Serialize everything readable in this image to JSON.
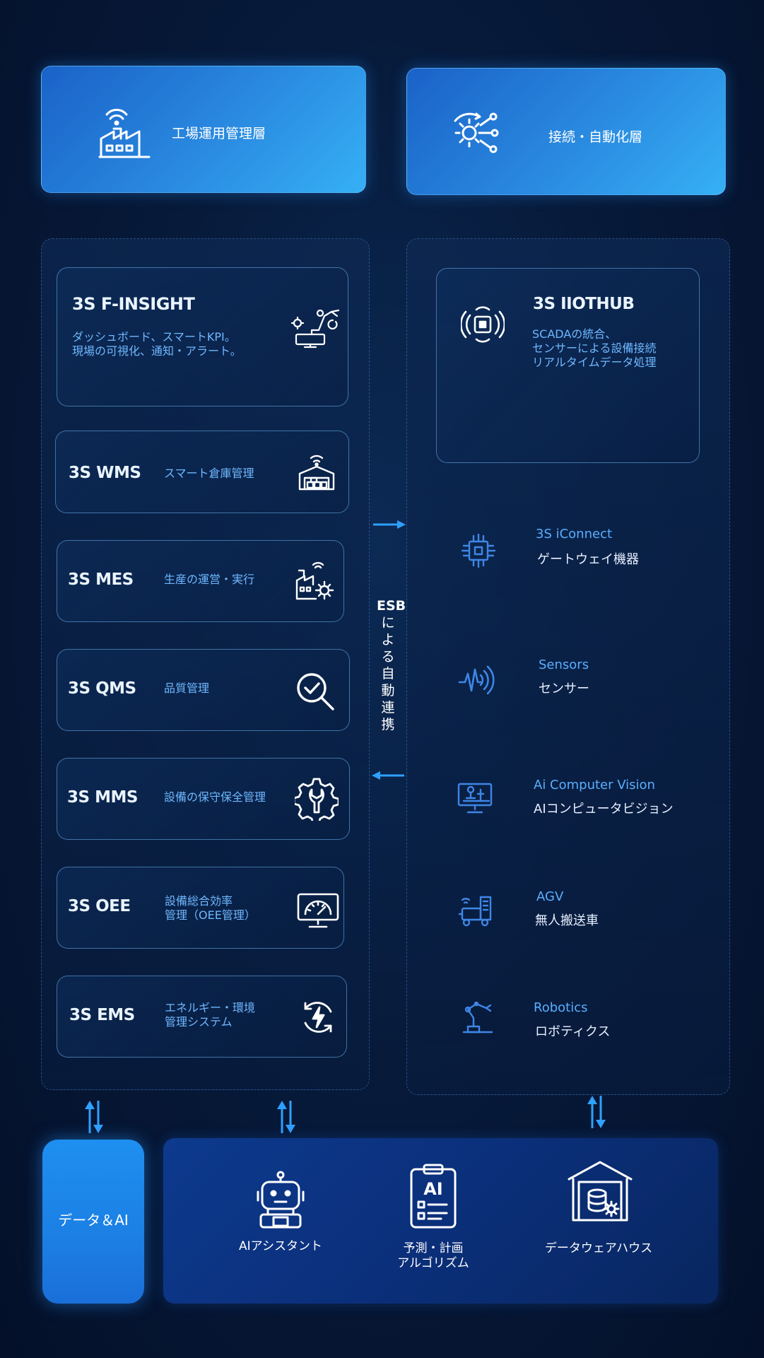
{
  "layers": {
    "factory": {
      "label": "工場運用管理層"
    },
    "connect": {
      "label": "接続・自動化層"
    }
  },
  "left_cards": [
    {
      "title": "3S F-INSIGHT",
      "desc": [
        "ダッシュボード、スマートKPI。",
        "現場の可視化、通知・アラート。"
      ],
      "icon": "robot-arm-monitor-icon"
    },
    {
      "title": "3S WMS",
      "desc": [
        "スマート倉庫管理"
      ],
      "icon": "warehouse-wifi-icon"
    },
    {
      "title": "3S MES",
      "desc": [
        "生産の運営・実行"
      ],
      "icon": "factory-gear-icon"
    },
    {
      "title": "3S QMS",
      "desc": [
        "品質管理"
      ],
      "icon": "magnifier-check-icon"
    },
    {
      "title": "3S MMS",
      "desc": [
        "設備の保守保全管理"
      ],
      "icon": "gear-wrench-icon"
    },
    {
      "title": "3S OEE",
      "desc": [
        "設備総合効率",
        "管理（OEE管理）"
      ],
      "icon": "monitor-gauge-icon"
    },
    {
      "title": "3S EMS",
      "desc": [
        "エネルギー・環境",
        "管理システム"
      ],
      "icon": "energy-cycle-icon"
    }
  ],
  "iiothub": {
    "title": "3S IIOTHUB",
    "desc": [
      "SCADAの統合、",
      "センサーによる設備接続",
      "リアルタイムデータ処理"
    ],
    "icon": "wireless-chip-icon"
  },
  "right_items": [
    {
      "title": "3S iConnect",
      "sub": "ゲートウェイ機器",
      "icon": "gateway-chip-icon"
    },
    {
      "title": "Sensors",
      "sub": "センサー",
      "icon": "sensor-wave-icon"
    },
    {
      "title": "Ai Computer Vision",
      "sub": "AIコンピュータビジョン",
      "icon": "vision-monitor-icon"
    },
    {
      "title": "AGV",
      "sub": "無人搬送車",
      "icon": "agv-icon"
    },
    {
      "title": "Robotics",
      "sub": "ロボティクス",
      "icon": "robot-arm-icon"
    }
  ],
  "esb": {
    "head": "ESB",
    "chars": [
      "に",
      "よ",
      "る",
      "自",
      "動",
      "連",
      "携"
    ]
  },
  "data_ai": {
    "label": "データ＆AI"
  },
  "bottom_items": [
    {
      "label": [
        "AIアシスタント"
      ],
      "icon": "robot-head-icon"
    },
    {
      "label": [
        "予測・計画",
        "アルゴリズム"
      ],
      "icon": "ai-clipboard-icon"
    },
    {
      "label": [
        "データウェアハウス"
      ],
      "icon": "data-warehouse-icon"
    }
  ],
  "colors": {
    "accent": "#2a8ae0",
    "card_border": "#6eb4f0",
    "desc_text": "#6fb8ff",
    "background": "#071a3a"
  }
}
